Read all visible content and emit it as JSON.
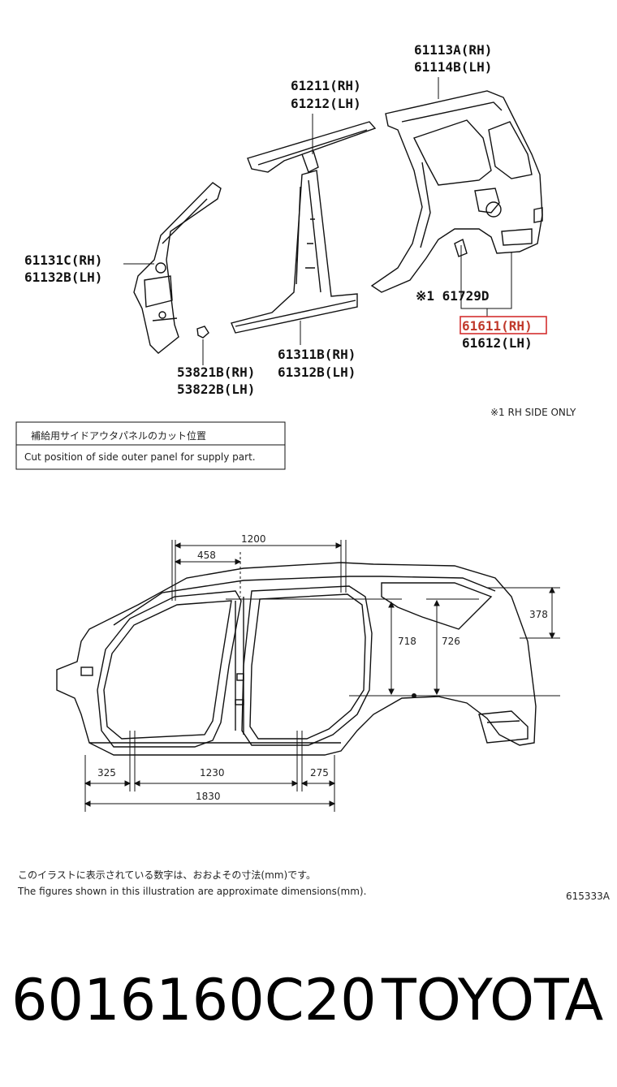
{
  "callouts": {
    "c61113": [
      "61113A(RH)",
      "61114B(LH)"
    ],
    "c61211": [
      "61211(RH)",
      "61212(LH)"
    ],
    "c61131": [
      "61131C(RH)",
      "61132B(LH)"
    ],
    "c61729": "※1 61729D",
    "c61611": [
      "61611(RH)",
      "61612(LH)"
    ],
    "c61311": [
      "61311B(RH)",
      "61312B(LH)"
    ],
    "c53821": [
      "53821B(RH)",
      "53822B(LH)"
    ]
  },
  "rh_side_note": "※1 RH SIDE ONLY",
  "cut_box": {
    "jp": "補給用サイドアウタパネルのカット位置",
    "en": "Cut position of side outer panel for supply part."
  },
  "dimensions": {
    "d1200": "1200",
    "d458": "458",
    "d718": "718",
    "d726": "726",
    "d378": "378",
    "d325": "325",
    "d1230": "1230",
    "d275": "275",
    "d1830": "1830"
  },
  "footnote": {
    "jp": "このイラストに表示されている数字は、おおよその寸法(mm)です。",
    "en": "The figures shown in this illustration are approximate dimensions(mm)."
  },
  "figure_code": "615333A",
  "part_number": "6016160C20",
  "brand": "TOYOTA",
  "colors": {
    "highlight": "#d32f2f",
    "line": "#111111"
  }
}
